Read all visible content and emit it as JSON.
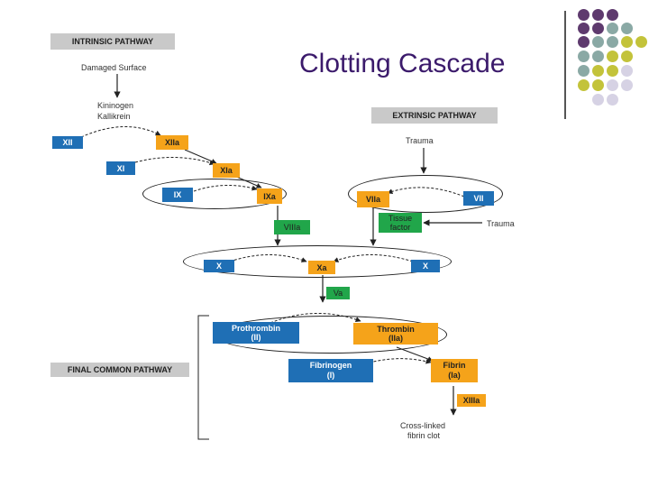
{
  "slide": {
    "title": "Clotting Cascade"
  },
  "decor": {
    "dot_colors": {
      "purple": "#5e3a6e",
      "teal": "#8aa9a5",
      "olive": "#c3c33a",
      "lavender": "#d6d2e4"
    }
  },
  "diagram": {
    "intrinsic_title": "INTRINSIC PATHWAY",
    "damaged_surface": "Damaged Surface",
    "kininogen": "Kininogen",
    "kallikrein": "Kallikrein",
    "xii": "XII",
    "xiia": "XIIa",
    "xi": "XI",
    "xia": "XIa",
    "ix": "IX",
    "ixa": "IXa",
    "viiia": "VIIIa",
    "extrinsic_title": "EXTRINSIC PATHWAY",
    "trauma_top": "Trauma",
    "viia": "VIIa",
    "vii": "VII",
    "tissue_factor_1": "Tissue",
    "tissue_factor_2": "factor",
    "trauma_right": "Trauma",
    "x_left": "X",
    "xa": "Xa",
    "x_right": "X",
    "va": "Va",
    "prothrombin": "Prothrombin",
    "prothrombin_sub": "(II)",
    "thrombin": "Thrombin",
    "thrombin_sub": "(IIa)",
    "final_title": "FINAL COMMON PATHWAY",
    "fibrinogen": "Fibrinogen",
    "fibrinogen_sub": "(I)",
    "fibrin": "Fibrin",
    "fibrin_sub": "(Ia)",
    "xiiia": "XIIIa",
    "clot_1": "Cross-linked",
    "clot_2": "fibrin clot"
  }
}
